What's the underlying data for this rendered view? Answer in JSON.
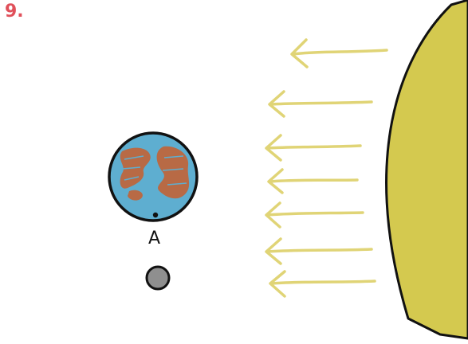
{
  "question": {
    "number": "9."
  },
  "labels": {
    "point_a": "A"
  },
  "colors": {
    "question_number": "#e0505a",
    "sun_fill": "#d4c94f",
    "arrow": "#e0d476",
    "ocean": "#5eaed0",
    "land": "#b86a45",
    "moon": "#8f8f8f",
    "outline": "#111111"
  },
  "scene": {
    "sun": {
      "icon": "sun-edge-shape"
    },
    "earth": {
      "icon": "earth-globe-icon"
    },
    "moon": {
      "icon": "moon-icon"
    },
    "sunlight_arrows": {
      "count": 7,
      "direction": "left",
      "icon": "arrow-left-icon"
    }
  }
}
